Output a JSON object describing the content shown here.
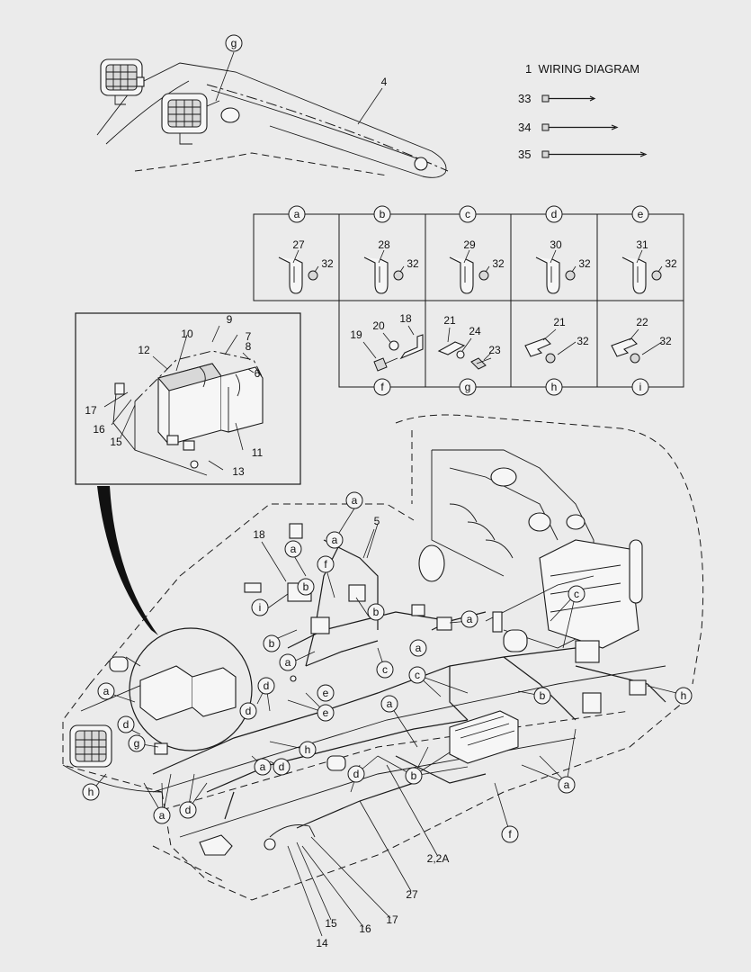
{
  "legend": {
    "wiring_diagram": {
      "number": "1",
      "label": "WIRING DIAGRAM"
    },
    "ties": [
      {
        "number": "33"
      },
      {
        "number": "34"
      },
      {
        "number": "35"
      }
    ]
  },
  "clip_table": {
    "top_row": [
      {
        "letter": "a",
        "clip": "27",
        "nut": "32"
      },
      {
        "letter": "b",
        "clip": "28",
        "nut": "32"
      },
      {
        "letter": "c",
        "clip": "29",
        "nut": "32"
      },
      {
        "letter": "d",
        "clip": "30",
        "nut": "32"
      },
      {
        "letter": "e",
        "clip": "31",
        "nut": "32"
      }
    ],
    "bottom_row": [
      {
        "letter": "f",
        "parts": [
          "19",
          "20",
          "18"
        ]
      },
      {
        "letter": "g",
        "parts": [
          "21",
          "24",
          "23"
        ]
      },
      {
        "letter": "h",
        "parts": [
          "21",
          "32"
        ]
      },
      {
        "letter": "i",
        "parts": [
          "22",
          "32"
        ]
      }
    ]
  },
  "boom_view": {
    "callout_g": "g",
    "harness_number": "4"
  },
  "battery_inset": {
    "numbers": [
      "9",
      "10",
      "7",
      "8",
      "6",
      "12",
      "17",
      "16",
      "15",
      "11",
      "13"
    ]
  },
  "main_view": {
    "callouts": [
      "a",
      "a",
      "a",
      "a",
      "a",
      "a",
      "a",
      "a",
      "a",
      "a",
      "a",
      "b",
      "b",
      "b",
      "b",
      "b",
      "c",
      "c",
      "c",
      "d",
      "d",
      "d",
      "d",
      "d",
      "d",
      "e",
      "e",
      "f",
      "f",
      "g",
      "h",
      "h",
      "h",
      "i"
    ],
    "part_numbers": [
      "18",
      "5",
      "2,2A",
      "27",
      "14",
      "15",
      "16",
      "17"
    ]
  }
}
